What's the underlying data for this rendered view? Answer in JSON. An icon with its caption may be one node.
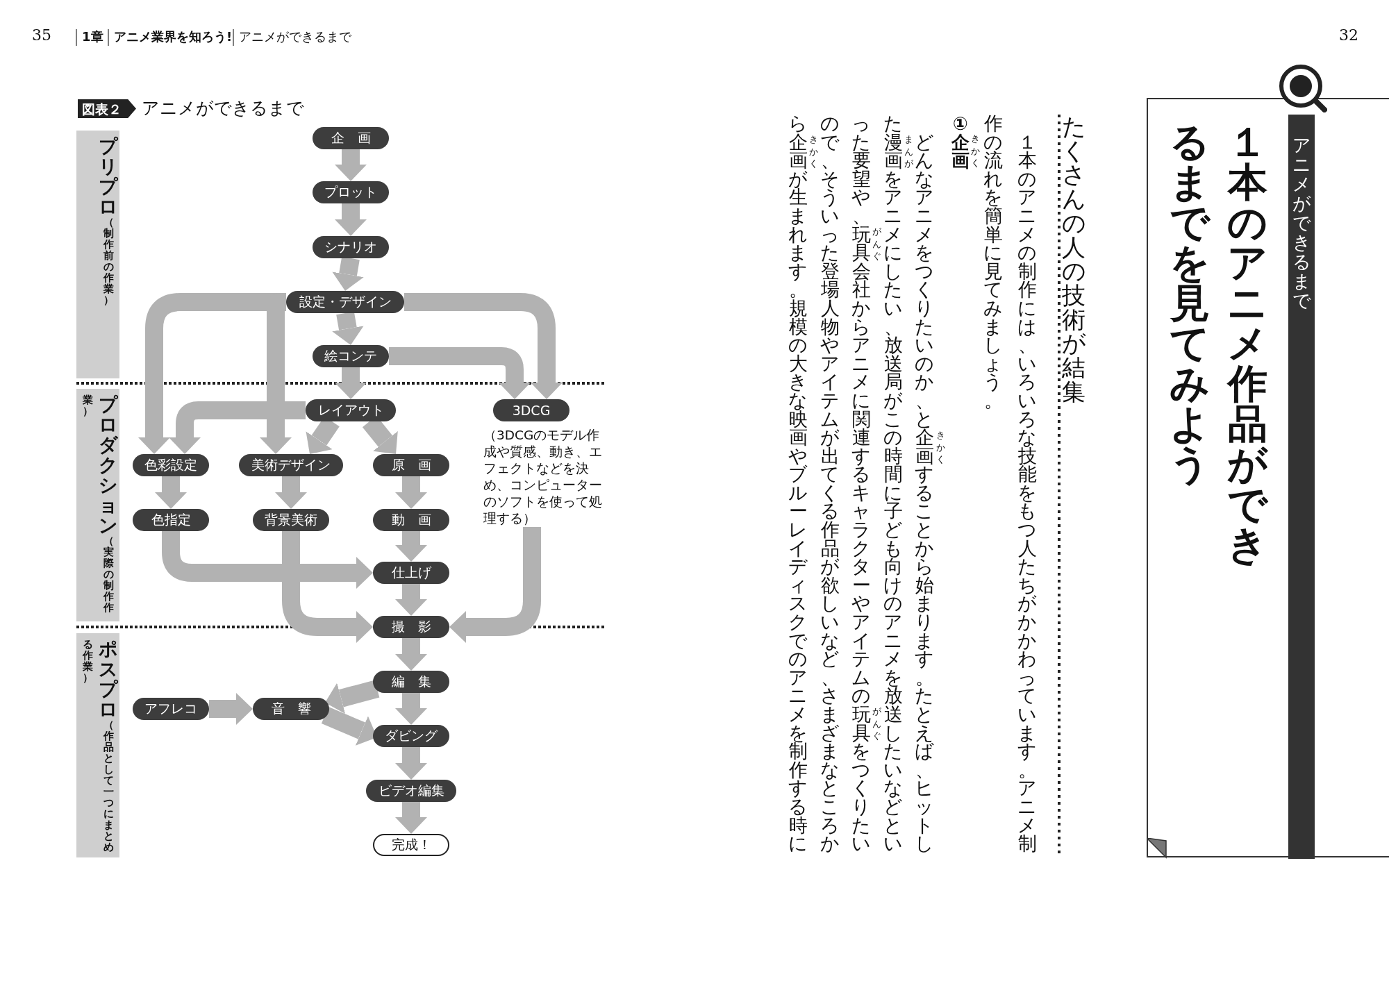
{
  "diagram": {
    "nodes": [
      {
        "text": [
          "企　画"
        ]
      },
      {
        "text": [
          "プロット"
        ]
      },
      {
        "text": [
          "シナリオ"
        ]
      },
      {
        "text": [
          "設定・デザイン"
        ]
      },
      {
        "text": [
          "絵コンテ"
        ]
      },
      {
        "text": [
          "レイアウト"
        ]
      },
      {
        "text": [
          "3DCG"
        ]
      },
      {
        "text": [
          "（3DCGのモデル作成や質感、動き、エフェクトなどを決め、コンピューターのソフトを使って処理する）"
        ]
      },
      {
        "text": [
          "色彩設定"
        ]
      },
      {
        "text": [
          "美術デザイン"
        ]
      },
      {
        "text": [
          "原　画"
        ]
      },
      {
        "text": [
          "色指定"
        ]
      },
      {
        "text": [
          "背景美術"
        ]
      },
      {
        "text": [
          "動　画"
        ]
      },
      {
        "text": [
          "仕上げ"
        ]
      },
      {
        "text": [
          "撮　影"
        ]
      },
      {
        "text": [
          "編　集"
        ]
      },
      {
        "text": [
          "アフレコ"
        ]
      },
      {
        "text": [
          "音　響"
        ]
      },
      {
        "text": [
          "ダビング"
        ]
      },
      {
        "text": [
          "ビデオ編集"
        ]
      },
      {
        "text": [
          "完成！"
        ]
      },
      {
        "text": [
          "プリプロ",
          "（制作前の作業）"
        ]
      },
      {
        "text": [
          "プロダクション",
          "（実際の制作作業）"
        ]
      },
      {
        "text": [
          "ポスプロ",
          "（作品として一つにまとめる作業）"
        ]
      },
      {
        "text": [
          "１本のアニメ作品ができるまでを見てみよう"
        ]
      },
      {
        "text": [
          "アニメができるまで"
        ],
        "in": 25
      }
    ],
    "edges": [
      {
        "from": 0,
        "to": 1,
        "arrow": "to"
      },
      {
        "from": 1,
        "to": 2,
        "arrow": "to"
      },
      {
        "from": 2,
        "to": 3,
        "arrow": "to"
      },
      {
        "from": 3,
        "to": 4,
        "arrow": "to"
      },
      {
        "from": 3,
        "to": 8,
        "arrow": "to"
      },
      {
        "from": 3,
        "to": 9,
        "arrow": "to"
      },
      {
        "from": 3,
        "to": 6,
        "arrow": "to"
      },
      {
        "from": 4,
        "to": 5,
        "arrow": "to"
      },
      {
        "from": 4,
        "to": 6,
        "arrow": "to"
      },
      {
        "from": 5,
        "to": 8,
        "arrow": "to"
      },
      {
        "from": 5,
        "to": 9,
        "arrow": "to"
      },
      {
        "from": 5,
        "to": 10,
        "arrow": "to"
      },
      {
        "from": 8,
        "to": 11,
        "arrow": "to"
      },
      {
        "from": 9,
        "to": 12,
        "arrow": "to"
      },
      {
        "from": 10,
        "to": 13,
        "arrow": "to"
      },
      {
        "from": 11,
        "to": 14,
        "arrow": "to"
      },
      {
        "from": 13,
        "to": 14,
        "arrow": "to"
      },
      {
        "from": 12,
        "to": 15,
        "arrow": "to"
      },
      {
        "from": 14,
        "to": 15,
        "arrow": "to"
      },
      {
        "from": 7,
        "to": 15,
        "arrow": "to"
      },
      {
        "from": 15,
        "to": 16,
        "arrow": "to"
      },
      {
        "from": 16,
        "to": 18,
        "arrow": "to"
      },
      {
        "from": 16,
        "to": 19,
        "arrow": "to"
      },
      {
        "from": 17,
        "to": 18,
        "arrow": "to"
      },
      {
        "from": 18,
        "to": 19,
        "arrow": "to"
      },
      {
        "from": 19,
        "to": 20,
        "arrow": "to"
      },
      {
        "from": 20,
        "to": 21,
        "arrow": "to"
      }
    ],
    "labels": [
      "35",
      "1章",
      "アニメ業界を知ろう!",
      "アニメができるまで",
      "32",
      "図表２",
      "アニメができるまで",
      "たくさんの人の技術が結集",
      "１本のアニメの制作には、いろいろな技能をもつ人たちがかかわっています。アニメ制作の流れを簡単に見てみましょう。",
      "①企画",
      "きかく",
      "どんなアニメをつくりたいのか、と企画することから始まります。たとえば、ヒットした漫画をアニメにしたい、放送局がこの時間に子ども向けのアニメを放送したいなどといった要望や、玩具会社からアニメに関連するキャラクターやアイテムの玩具をつくりたいので、そういった登場人物やアイテムが出てくる作品が欲しいなど、さまざまなところから企画が生まれます。規模の大きな映画やブルーレイディスクでのアニメを制作する時に",
      "きかく",
      "まんが",
      "がんぐ",
      "がんぐ",
      "きかく"
    ]
  }
}
